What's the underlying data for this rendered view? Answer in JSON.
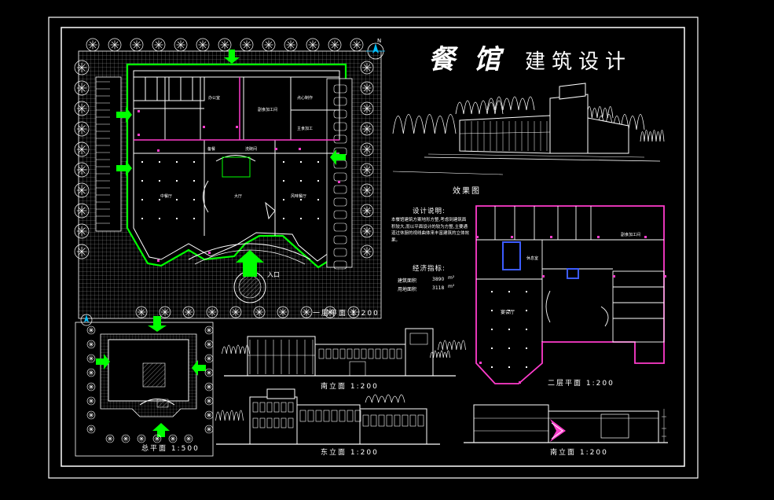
{
  "title": {
    "part1": "餐 馆",
    "part2": "建筑设计"
  },
  "render_caption": "效果图",
  "design_notes": {
    "heading": "设计说明:",
    "body": "本餐馆建筑方案地形方整,考虑到建筑面积较大,而以平面设计的较为方整,主要通道过休厨的视线曲体来丰富建筑的立体效果。",
    "indicators_heading": "经济指标:",
    "indicators": [
      {
        "label": "建筑面积",
        "value": "3890",
        "unit": "m²"
      },
      {
        "label": "用地面积",
        "value": "3118",
        "unit": "m²"
      }
    ]
  },
  "drawing_labels": {
    "ground_floor": "一层平面 1:200",
    "second_floor": "二层平面 1:200",
    "site_plan": "总平面 1:500",
    "south_elevation": "南立面 1:200",
    "east_elevation": "东立面 1:200",
    "south_elevation_2": "南立面 1:200"
  },
  "room_labels": {
    "main_hall": "中餐厅",
    "lobby": "大厅",
    "style_hall": "风味餐厅",
    "entrance": "入口",
    "banquet": "宴会厅",
    "kitchen_sub": "副食加工间",
    "kitchen_main": "主食加工",
    "pastry": "点心制作",
    "storage": "备餐",
    "wash": "洗碗间",
    "office": "办公室",
    "lounge": "休息室"
  },
  "compass": "N",
  "colors": {
    "green": "#00ff00",
    "magenta": "#ff3ccc",
    "white": "#ffffff",
    "background": "#000000"
  }
}
